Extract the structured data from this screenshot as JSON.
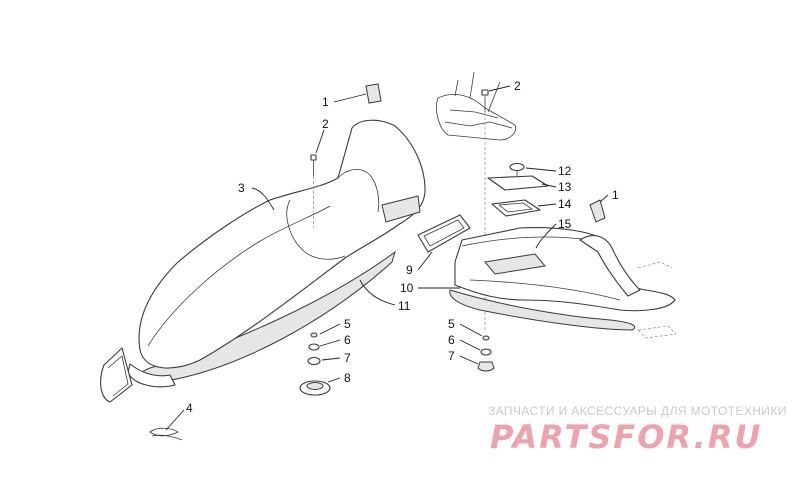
{
  "callouts": {
    "c1a": "1",
    "c2a": "2",
    "c3": "3",
    "c4": "4",
    "c5a": "5",
    "c6a": "6",
    "c7a": "7",
    "c8": "8",
    "c1b": "1",
    "c2b": "2",
    "c12": "12",
    "c13": "13",
    "c14": "14",
    "c15": "15",
    "c9": "9",
    "c10": "10",
    "c11": "11",
    "c5b": "5",
    "c6b": "6",
    "c7b": "7"
  },
  "watermark": {
    "tagline": "ЗАПЧАСТИ И АКСЕССУАРЫ ДЛЯ МОТОТЕХНИКИ",
    "brand": "PARTSFOR.RU"
  },
  "colors": {
    "line": "#3a3a3a",
    "watermark_brand": "#eda3ad",
    "watermark_text": "#c9c9c9"
  }
}
